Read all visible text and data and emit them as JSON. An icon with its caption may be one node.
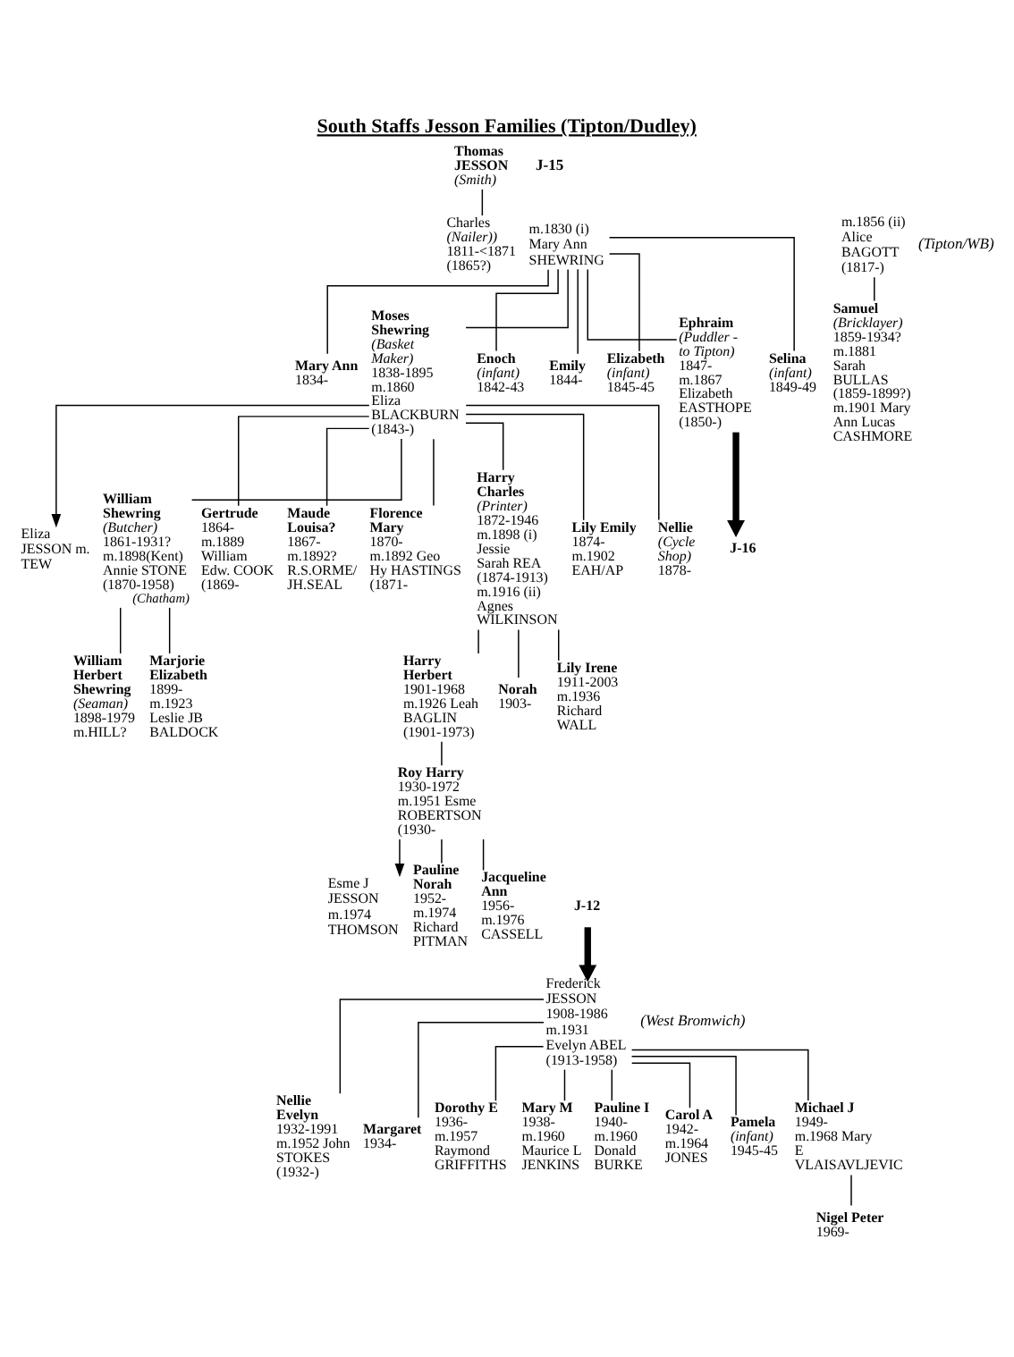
{
  "diagram": {
    "title": "South Staffs Jesson Families (Tipton/Dudley)",
    "nodes": [
      {
        "text": [
          "Thomas JESSON",
          "(Smith)"
        ]
      },
      {
        "text": [
          "Charles",
          "(Nailer))",
          "1811-<1871 (1865?)"
        ]
      },
      {
        "text": [
          "m.1830 (i)",
          "Mary Ann SHEWRING"
        ]
      },
      {
        "text": [
          "m.1856 (ii)",
          "Alice BAGOTT (1817-)"
        ]
      },
      {
        "text": [
          "Mary Ann",
          "1834-"
        ]
      },
      {
        "text": [
          "Moses Shewring",
          "(Basket Maker)",
          "1838-1895",
          "m.1860 Eliza BLACKBURN (1843-)"
        ]
      },
      {
        "text": [
          "Enoch",
          "(infant)",
          "1842-43"
        ]
      },
      {
        "text": [
          "Emily",
          "1844-"
        ]
      },
      {
        "text": [
          "Elizabeth",
          "(infant)",
          "1845-45"
        ]
      },
      {
        "text": [
          "Ephraim",
          "(Puddler - to Tipton)",
          "1847-",
          "m.1867 Elizabeth EASTHOPE (1850-)"
        ]
      },
      {
        "text": [
          "Selina",
          "(infant)",
          "1849-49"
        ]
      },
      {
        "text": [
          "Samuel",
          "(Bricklayer)",
          "1859-1934?",
          "m.1881 Sarah BULLAS (1859-1899?)",
          "m.1901 Mary Ann Lucas CASHMORE"
        ]
      },
      {
        "text": [
          "Eliza JESSON m. TEW"
        ]
      },
      {
        "text": [
          "J-16"
        ]
      },
      {
        "text": [
          "William Shewring",
          "(Butcher)",
          "1861-1931?",
          "m.1898(Kent) Annie STONE (1870-1958)"
        ],
        "beside": [
          "(Chatham)"
        ]
      },
      {
        "text": [
          "Gertrude",
          "1864-",
          "m.1889 William Edw. COOK (1869-"
        ]
      },
      {
        "text": [
          "Maude Louisa?",
          "1867-",
          "m.1892? R.S.ORME/ JH.SEAL"
        ]
      },
      {
        "text": [
          "Florence Mary",
          "1870-",
          "m.1892 Geo Hy HASTINGS (1871-"
        ]
      },
      {
        "text": [
          "Harry Charles",
          "(Printer)",
          "1872-1946",
          "m.1898 (i) Jessie Sarah REA (1874-1913)",
          "m.1916 (ii) Agnes WILKINSON"
        ]
      },
      {
        "text": [
          "Lily Emily",
          "1874-",
          "m.1902 EAH/AP"
        ]
      },
      {
        "text": [
          "Nellie",
          "(Cycle Shop)",
          "1878-"
        ]
      },
      {
        "text": [
          "William Herbert Shewring",
          "(Seaman)",
          "1898-1979",
          "m.HILL?"
        ]
      },
      {
        "text": [
          "Marjorie Elizabeth",
          "1899-",
          "m.1923 Leslie JB BALDOCK"
        ]
      },
      {
        "text": [
          "Harry Herbert",
          "1901-1968",
          "m.1926 Leah BAGLIN (1901-1973)"
        ]
      },
      {
        "text": [
          "Norah",
          "1903-"
        ]
      },
      {
        "text": [
          "Lily Irene",
          "1911-2003",
          "m.1936 Richard WALL"
        ]
      },
      {
        "text": [
          "Roy Harry",
          "1930-1972",
          "m.1951 Esme ROBERTSON (1930-"
        ]
      },
      {
        "text": [
          "Esme J JESSON",
          "m.1974 THOMSON"
        ]
      },
      {
        "text": [
          "Pauline Norah",
          "1952-",
          "m.1974 Richard PITMAN"
        ]
      },
      {
        "text": [
          "Jacqueline Ann",
          "1956-",
          "m.1976 CASSELL"
        ]
      },
      {
        "text": [
          "J-12"
        ]
      },
      {
        "text": [
          "Frederick JESSON",
          "1908-1986",
          "m.1931 Evelyn ABEL (1913-1958)"
        ]
      },
      {
        "text": [
          "Nellie Evelyn",
          "1932-1991",
          "m.1952 John STOKES (1932-)"
        ]
      },
      {
        "text": [
          "Margaret",
          "1934-"
        ]
      },
      {
        "text": [
          "Dorothy E",
          "1936-",
          "m.1957 Raymond GRIFFITHS"
        ]
      },
      {
        "text": [
          "Mary M",
          "1938-",
          "m.1960 Maurice L JENKINS"
        ]
      },
      {
        "text": [
          "Pauline I",
          "1940-",
          "m.1960 Donald BURKE"
        ]
      },
      {
        "text": [
          "Carol A",
          "1942-",
          "m.1964 JONES"
        ]
      },
      {
        "text": [
          "Pamela",
          "(infant)",
          "1945-45"
        ]
      },
      {
        "text": [
          "Michael J",
          "1949-",
          "m.1968 Mary E VLAISAVLJEVIC"
        ]
      },
      {
        "text": [
          "Nigel Peter",
          "1969-"
        ]
      }
    ],
    "edges": [
      {
        "from": 0,
        "to": 1,
        "arrow": "none"
      },
      {
        "from": 2,
        "to": 4,
        "arrow": "none"
      },
      {
        "from": 2,
        "to": 5,
        "arrow": "none"
      },
      {
        "from": 2,
        "to": 6,
        "arrow": "none"
      },
      {
        "from": 2,
        "to": 7,
        "arrow": "none"
      },
      {
        "from": 2,
        "to": 8,
        "arrow": "none"
      },
      {
        "from": 2,
        "to": 9,
        "arrow": "none"
      },
      {
        "from": 2,
        "to": 10,
        "arrow": "none"
      },
      {
        "from": 3,
        "to": 11,
        "arrow": "none"
      },
      {
        "from": 5,
        "to": 12,
        "arrow": "to"
      },
      {
        "from": 9,
        "to": 13,
        "arrow": "to",
        "style": "thick"
      },
      {
        "from": 5,
        "to": 14,
        "arrow": "none"
      },
      {
        "from": 5,
        "to": 15,
        "arrow": "none"
      },
      {
        "from": 5,
        "to": 16,
        "arrow": "none"
      },
      {
        "from": 5,
        "to": 17,
        "arrow": "none"
      },
      {
        "from": 5,
        "to": 18,
        "arrow": "none"
      },
      {
        "from": 5,
        "to": 19,
        "arrow": "none"
      },
      {
        "from": 5,
        "to": 20,
        "arrow": "none"
      },
      {
        "from": 14,
        "to": 21,
        "arrow": "none"
      },
      {
        "from": 14,
        "to": 22,
        "arrow": "none"
      },
      {
        "from": 18,
        "to": 23,
        "arrow": "none"
      },
      {
        "from": 18,
        "to": 24,
        "arrow": "none"
      },
      {
        "from": 18,
        "to": 25,
        "arrow": "none"
      },
      {
        "from": 23,
        "to": 26,
        "arrow": "none"
      },
      {
        "from": 26,
        "to": 27,
        "arrow": "to"
      },
      {
        "from": 26,
        "to": 28,
        "arrow": "none"
      },
      {
        "from": 26,
        "to": 29,
        "arrow": "none"
      },
      {
        "from": 30,
        "to": 31,
        "arrow": "to",
        "style": "thick"
      },
      {
        "from": 31,
        "to": 32,
        "arrow": "none"
      },
      {
        "from": 31,
        "to": 33,
        "arrow": "none"
      },
      {
        "from": 31,
        "to": 34,
        "arrow": "none"
      },
      {
        "from": 31,
        "to": 35,
        "arrow": "none"
      },
      {
        "from": 31,
        "to": 36,
        "arrow": "none"
      },
      {
        "from": 31,
        "to": 37,
        "arrow": "none"
      },
      {
        "from": 31,
        "to": 38,
        "arrow": "none"
      },
      {
        "from": 31,
        "to": 39,
        "arrow": "none"
      },
      {
        "from": 39,
        "to": 40,
        "arrow": "none"
      }
    ],
    "labels": [
      "J-15",
      "(Tipton/WB)",
      "(West Bromwich)"
    ]
  }
}
